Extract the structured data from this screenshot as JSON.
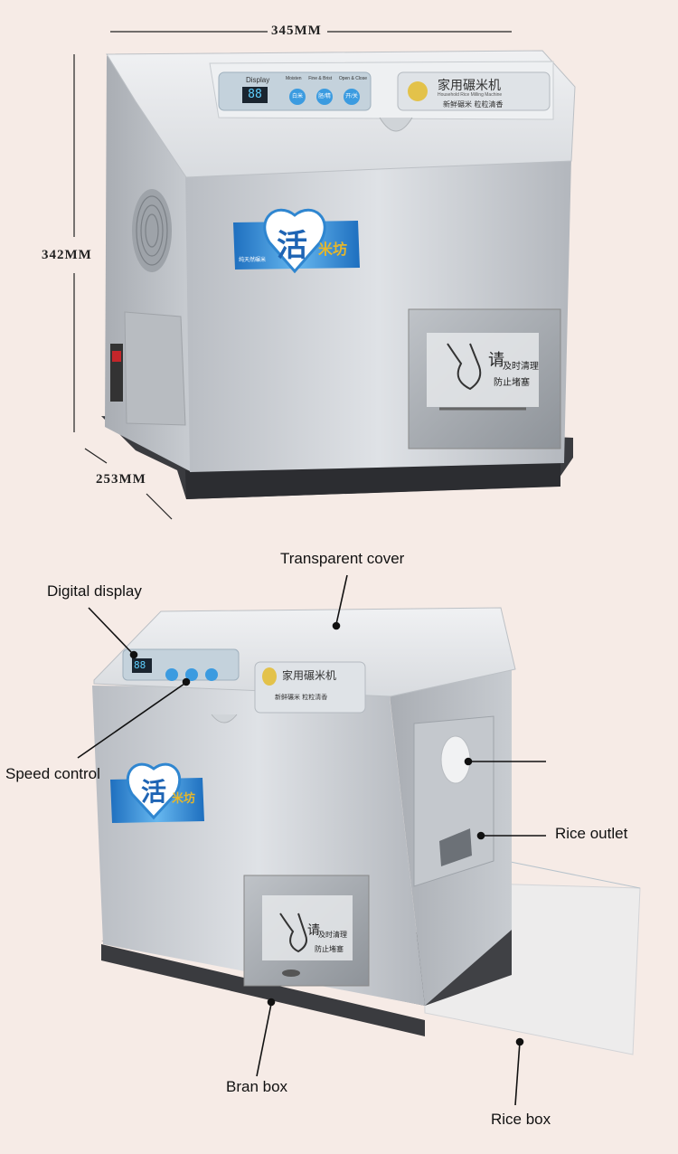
{
  "dimensions": {
    "width_label": "345MM",
    "height_label": "342MM",
    "depth_label": "253MM"
  },
  "machine": {
    "panel_display_title": "Display",
    "panel_digits": "88",
    "panel_btn_groups": [
      "Moisten",
      "Fine & Brist",
      "Open & Close"
    ],
    "panel_btn_1": "白米",
    "panel_btn_2": "胚/精",
    "panel_btn_3": "开/关",
    "product_title": "家用碾米机",
    "product_subtitle": "Household Rice Milling Machine",
    "product_slogan": "新鲜碾米  粒粒清香",
    "brand_main": "活",
    "brand_secondary": "米坊",
    "brand_tag": "纯天然碾米",
    "window_note_big": "请",
    "window_note_line1": "及时清理",
    "window_note_line2": "防止堵塞"
  },
  "callouts": {
    "transparent_cover": "Transparent cover",
    "digital_display": "Digital display",
    "speed_control": "Speed control",
    "rice_outlet": "Rice outlet",
    "bran_box": "Bran box",
    "rice_box": "Rice box"
  },
  "colors": {
    "background": "#f6ebe6",
    "body_silver": "#c9cdd2",
    "base_dark": "#3a3b3f",
    "logo_blue": "#2f86d0",
    "button_blue": "#3b9be0"
  }
}
